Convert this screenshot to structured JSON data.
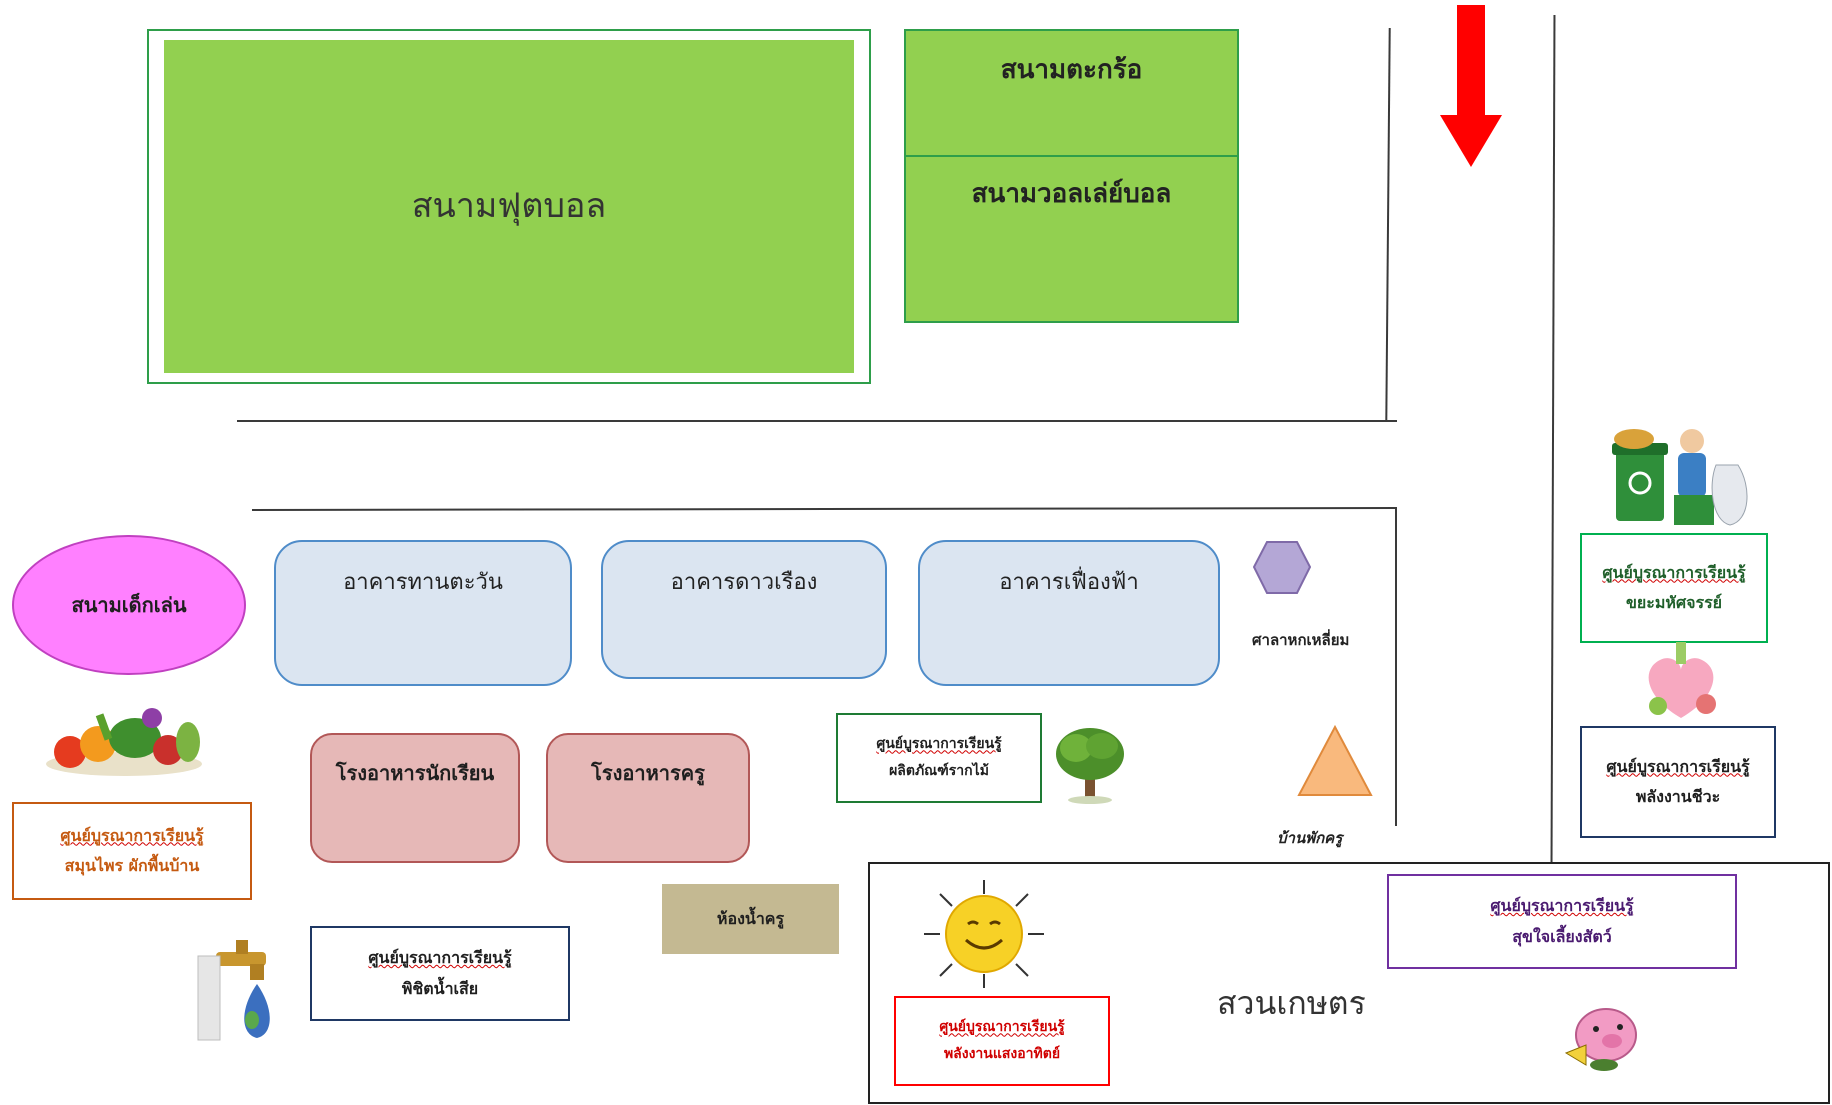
{
  "fields": {
    "football": "สนามฟุตบอล",
    "takraw": "สนามตะกร้อ",
    "volleyball": "สนามวอลเล่ย์บอล"
  },
  "playground": "สนามเด็กเล่น",
  "buildings": {
    "sunflower": "อาคารทานตะวัน",
    "star": "อาคารดาวเรือง",
    "blue_sky": "อาคารเฟื่องฟ้า"
  },
  "canteens": {
    "student": "โรงอาหารนักเรียน",
    "teacher": "โรงอาหารครู"
  },
  "pavilion": "ศาลาหกเหลี่ยม",
  "teacher_house": "บ้านพักครู",
  "restroom": "ห้องน้ำครู",
  "garden": "สวนเกษตร",
  "learning_centers": {
    "herb": {
      "line1": "ศูนย์บูรณาการเรียนรู้",
      "line2": "สมุนไพร ผักพื้นบ้าน"
    },
    "wastewater": {
      "line1": "ศูนย์บูรณาการเรียนรู้",
      "line2": "พิชิตน้ำเสีย"
    },
    "tree": {
      "line1": "ศูนย์บูรณาการเรียนรู้",
      "line2": "ผลิตภัณฑ์รากไม้"
    },
    "waste": {
      "line1": "ศูนย์บูรณาการเรียนรู้",
      "line2": "ขยะมหัศจรรย์"
    },
    "bioenergy": {
      "line1": "ศูนย์บูรณาการเรียนรู้",
      "line2": "พลังงานชีวะ"
    },
    "animals": {
      "line1": "ศูนย์บูรณาการเรียนรู้",
      "line2": "สุขใจเลี้ยงสัตว์"
    },
    "solar": {
      "line1": "ศูนย์บูรณาการเรียนรู้",
      "line2": "พลังงานแสงอาทิตย์"
    }
  },
  "colors": {
    "field_green": "#92d050",
    "building_blue": "#dbe5f1",
    "canteen_pink": "#e6b8b7",
    "playground_magenta": "#ff80ff",
    "arrow_red": "#ff0000"
  },
  "icons": [
    "down-arrow-icon",
    "hexagon-icon",
    "triangle-icon",
    "vegetables-icon",
    "water-tap-icon",
    "tree-icon",
    "recycle-bin-icon",
    "biogas-icon",
    "sun-icon",
    "pig-icon"
  ]
}
